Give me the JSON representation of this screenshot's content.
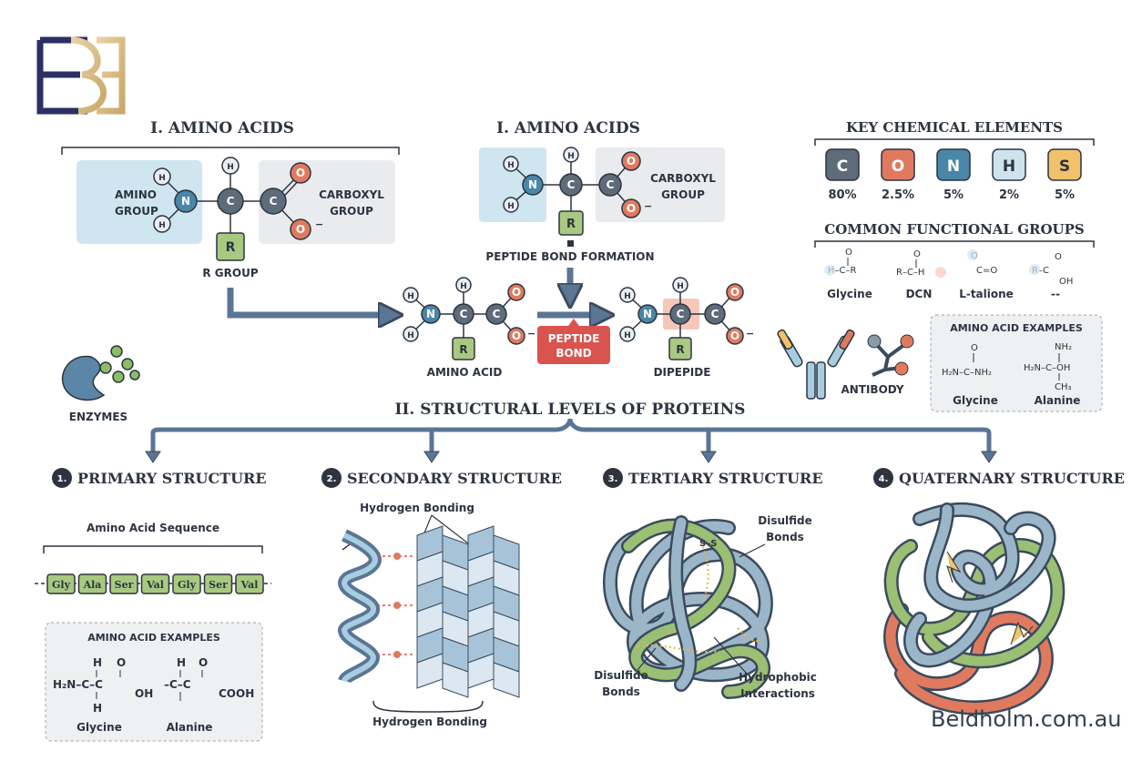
{
  "logo": {
    "alt": "BE monogram logo"
  },
  "amino_left": {
    "title": "I. AMINO ACIDS",
    "amino_group": "AMINO\nGROUP",
    "carboxyl_group": "CARBOXYL\nGROUP",
    "r_group": "R GROUP",
    "atoms": {
      "H": "H",
      "N": "N",
      "C": "C",
      "O": "O",
      "R": "R",
      "minus": "−"
    }
  },
  "amino_center": {
    "title": "I. AMINO ACIDS",
    "carboxyl_group": "CARBOXYL\nGROUP",
    "peptide_bond_formation": "PEPTIDE BOND FORMATION",
    "amino_acid": "AMINO ACID",
    "peptide_bond": "PEPTIDE\nBOND",
    "dipeptide": "DIPEPIDE"
  },
  "key_elements": {
    "title": "KEY CHEMICAL ELEMENTS",
    "items": [
      {
        "symbol": "C",
        "percent": "80%",
        "color": "#5e6b78"
      },
      {
        "symbol": "O",
        "percent": "2.5%",
        "color": "#e07a5f"
      },
      {
        "symbol": "N",
        "percent": "5%",
        "color": "#4a86a8"
      },
      {
        "symbol": "H",
        "percent": "2%",
        "color": "#cfe3ef"
      },
      {
        "symbol": "S",
        "percent": "5%",
        "color": "#f2c26b"
      }
    ]
  },
  "functional_groups": {
    "title": "COMMON FUNCTIONAL GROUPS",
    "items": [
      {
        "label": "Glycine"
      },
      {
        "label": "DCN"
      },
      {
        "label": "L-talione"
      },
      {
        "label": "--"
      }
    ]
  },
  "antibody": {
    "label": "ANTIBODY"
  },
  "enzymes": {
    "label": "ENZYMES"
  },
  "examples_right": {
    "title": "AMINO ACID EXAMPLES",
    "glycine": "Glycine",
    "alanine": "Alanine"
  },
  "structure": {
    "title": "II. STRUCTURAL LEVELS OF PROTEINS",
    "levels": [
      {
        "num": "1.",
        "label": "PRIMARY STRUCTURE"
      },
      {
        "num": "2.",
        "label": "SECONDARY STRUCTURE"
      },
      {
        "num": "3.",
        "label": "TERTIARY STRUCTURE"
      },
      {
        "num": "4.",
        "label": "QUATERNARY STRUCTURE"
      }
    ]
  },
  "primary": {
    "sequence_label": "Amino Acid Sequence",
    "residues": [
      "Gly",
      "Ala",
      "Ser",
      "Val",
      "Gly",
      "Ser",
      "Val"
    ],
    "examples_title": "AMINO ACID EXAMPLES",
    "glycine": "Glycine",
    "alanine": "Alanine"
  },
  "secondary": {
    "hbond_top": "Hydrogen Bonding",
    "hbond_bottom": "Hydrogen Bonding"
  },
  "tertiary": {
    "disulfide_top": "Disulfide\nBonds",
    "disulfide_left": "Disulfide\nBonds",
    "hydrophobic": "Hydrophobic\nInteractions",
    "ss": "S–S"
  },
  "footer": {
    "site": "Beldholm.com.au"
  }
}
